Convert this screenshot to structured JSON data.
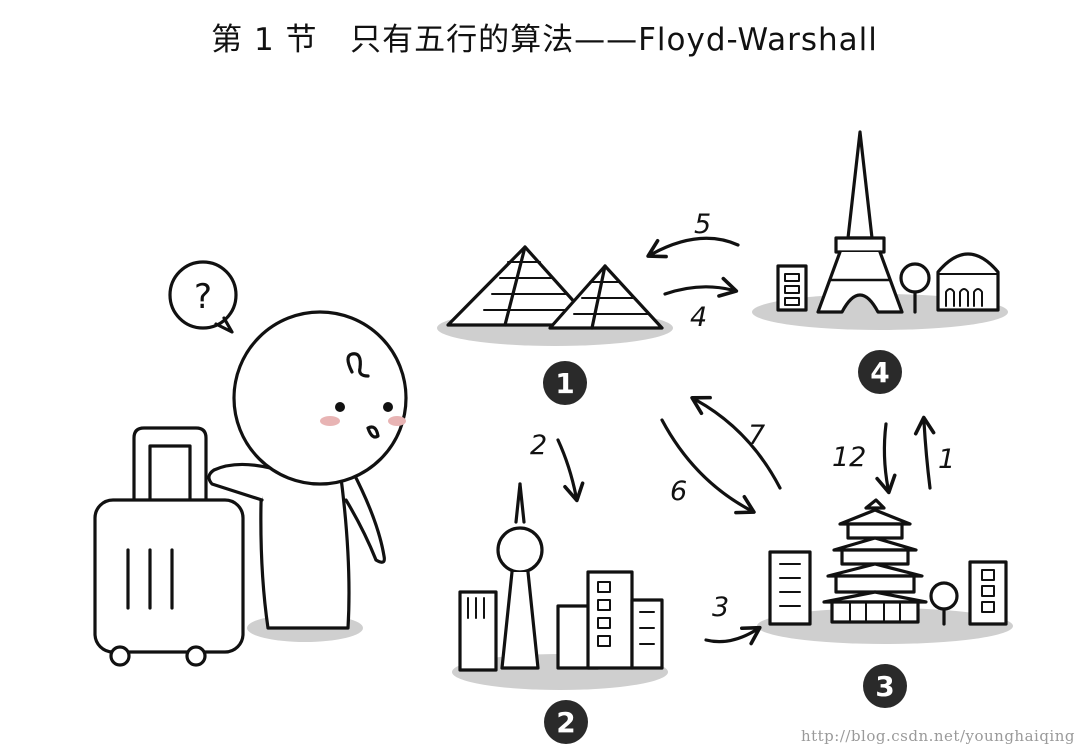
{
  "title": {
    "section": "第 1 节",
    "name": "只有五行的算法",
    "dash": "——",
    "algorithm": "Floyd-Warshall"
  },
  "thought_mark": "?",
  "nodes": [
    {
      "id": "1",
      "label": "1",
      "landmark": "pyramids"
    },
    {
      "id": "2",
      "label": "2",
      "landmark": "tv-tower-city"
    },
    {
      "id": "3",
      "label": "3",
      "landmark": "pagoda-city"
    },
    {
      "id": "4",
      "label": "4",
      "landmark": "eiffel-city"
    }
  ],
  "edges": [
    {
      "from": "4",
      "to": "1",
      "weight": "5"
    },
    {
      "from": "1",
      "to": "4",
      "weight": "4"
    },
    {
      "from": "1",
      "to": "2",
      "weight": "2"
    },
    {
      "from": "1",
      "to": "3",
      "weight": "6"
    },
    {
      "from": "3",
      "to": "1",
      "weight": "7"
    },
    {
      "from": "2",
      "to": "3",
      "weight": "3"
    },
    {
      "from": "4",
      "to": "3",
      "weight": "12"
    },
    {
      "from": "3",
      "to": "4",
      "weight": "1"
    }
  ],
  "watermark": "http://blog.csdn.net/younghaiqing",
  "colors": {
    "ink": "#111111",
    "ground": "#cfcfcf",
    "node_fill": "#2a2a2a",
    "blush": "#e8b4b4"
  }
}
